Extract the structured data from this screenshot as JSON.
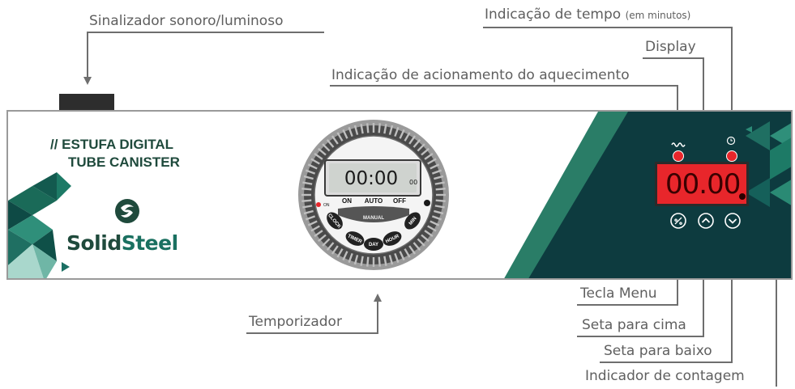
{
  "callouts": {
    "sinalizador": "Sinalizador sonoro/luminoso",
    "tempo_main": "Indicação de tempo",
    "tempo_unit": "(em minutos)",
    "display": "Display",
    "aquecimento": "Indicação de acionamento do aquecimento",
    "temporizador": "Temporizador",
    "tecla_menu": "Tecla Menu",
    "seta_cima": "Seta para cima",
    "seta_baixo": "Seta para baixo",
    "indicador_contagem": "Indicador de contagem"
  },
  "brand": {
    "title_line1": "// ESTUFA DIGITAL",
    "title_line2": "TUBE CANISTER",
    "name_part1": "Solid",
    "name_part2": "Steel"
  },
  "timer": {
    "time": "00:00",
    "seconds": "00",
    "mode_on": "ON",
    "mode_auto": "AUTO",
    "mode_off": "OFF",
    "manual": "MANUAL",
    "led_label": "ON",
    "btn_clock": "CLOCK",
    "btn_timer": "TIMER",
    "btn_day": "DAY",
    "btn_hour": "HOUR",
    "btn_min": "MIN"
  },
  "controller": {
    "display_value": "00.00"
  },
  "colors": {
    "brand_green": "#1f4a3c",
    "panel_dark": "#0d3b3f",
    "display_red": "#e8262b",
    "led_red": "#e8262b",
    "callout_gray": "#5f5f5f"
  }
}
